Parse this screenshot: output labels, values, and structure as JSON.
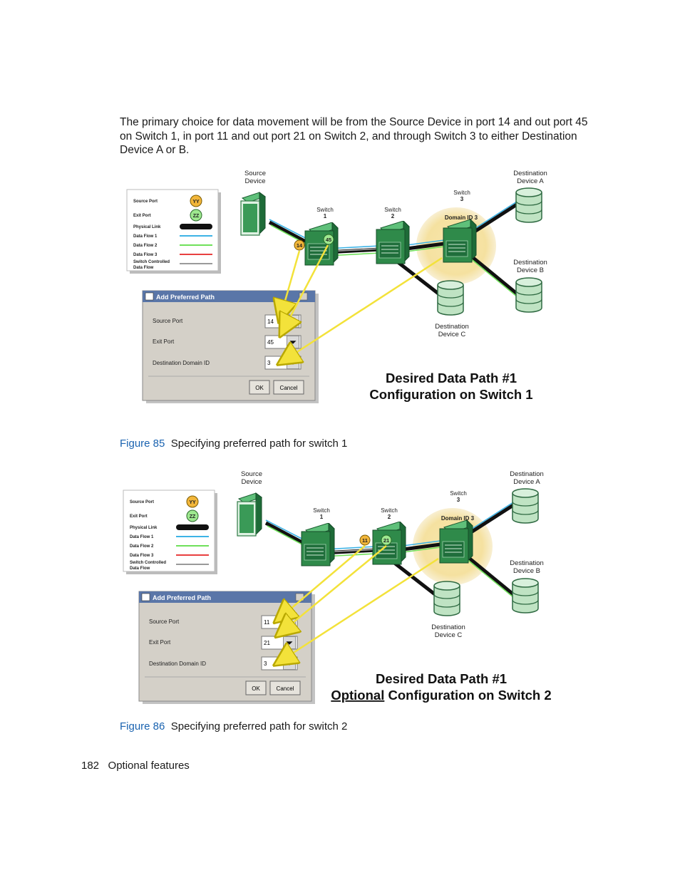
{
  "intro_text": "The primary choice for data movement will be from the Source Device in port 14 and out port 45 on Switch 1, in port 11 and out port 21 on Switch 2, and through Switch 3 to either Destination Device A or B.",
  "legend": {
    "source_port": "Source Port",
    "exit_port": "Exit Port",
    "physical_link": "Physical Link",
    "data_flow_1": "Data Flow 1",
    "data_flow_2": "Data Flow 2",
    "data_flow_3": "Data Flow 3",
    "switch_controlled_1": "Switch Controlled",
    "switch_controlled_2": "Data Flow",
    "yy": "YY",
    "zz": "ZZ"
  },
  "labels": {
    "source_device_1": "Source",
    "source_device_2": "Device",
    "switch": "Switch",
    "switch1_num": "1",
    "switch2_num": "2",
    "switch3_num": "3",
    "domain_id": "Domain ID 3",
    "dest_a_1": "Destination",
    "dest_a_2": "Device A",
    "dest_b_1": "Destination",
    "dest_b_2": "Device B",
    "dest_c_1": "Destination",
    "dest_c_2": "Device C"
  },
  "dialog": {
    "title": "Add Preferred Path",
    "source_port_label": "Source Port",
    "exit_port_label": "Exit Port",
    "dest_domain_label": "Destination Domain ID",
    "ok": "OK",
    "cancel": "Cancel"
  },
  "figure85": {
    "badge_in": "14",
    "badge_out": "45",
    "source_port_value": "14",
    "exit_port_value": "45",
    "domain_value": "3",
    "title_line1": "Desired Data Path #1",
    "title_line2": "Configuration on Switch 1",
    "caption_num": "Figure 85",
    "caption_text": "Specifying preferred path for switch 1"
  },
  "figure86": {
    "badge_in": "11",
    "badge_out": "21",
    "source_port_value": "11",
    "exit_port_value": "21",
    "domain_value": "3",
    "title_line1": "Desired Data Path #1",
    "title_line2_underlined": "Optional",
    "title_line2_rest": " Configuration on Switch 2",
    "caption_num": "Figure 86",
    "caption_text": "Specifying preferred path for switch 2"
  },
  "footer": {
    "page_number": "182",
    "section": "Optional features"
  },
  "colors": {
    "caption_blue": "#1a63b0",
    "switch_green": "#2f8a4a",
    "disk_green": "#bfe3c3",
    "highlight": "#f6e3a8",
    "arrow_yellow": "#f3e23a",
    "flow_blue": "#3db3e6",
    "flow_green": "#6fe05a",
    "flow_red": "#e84040"
  }
}
